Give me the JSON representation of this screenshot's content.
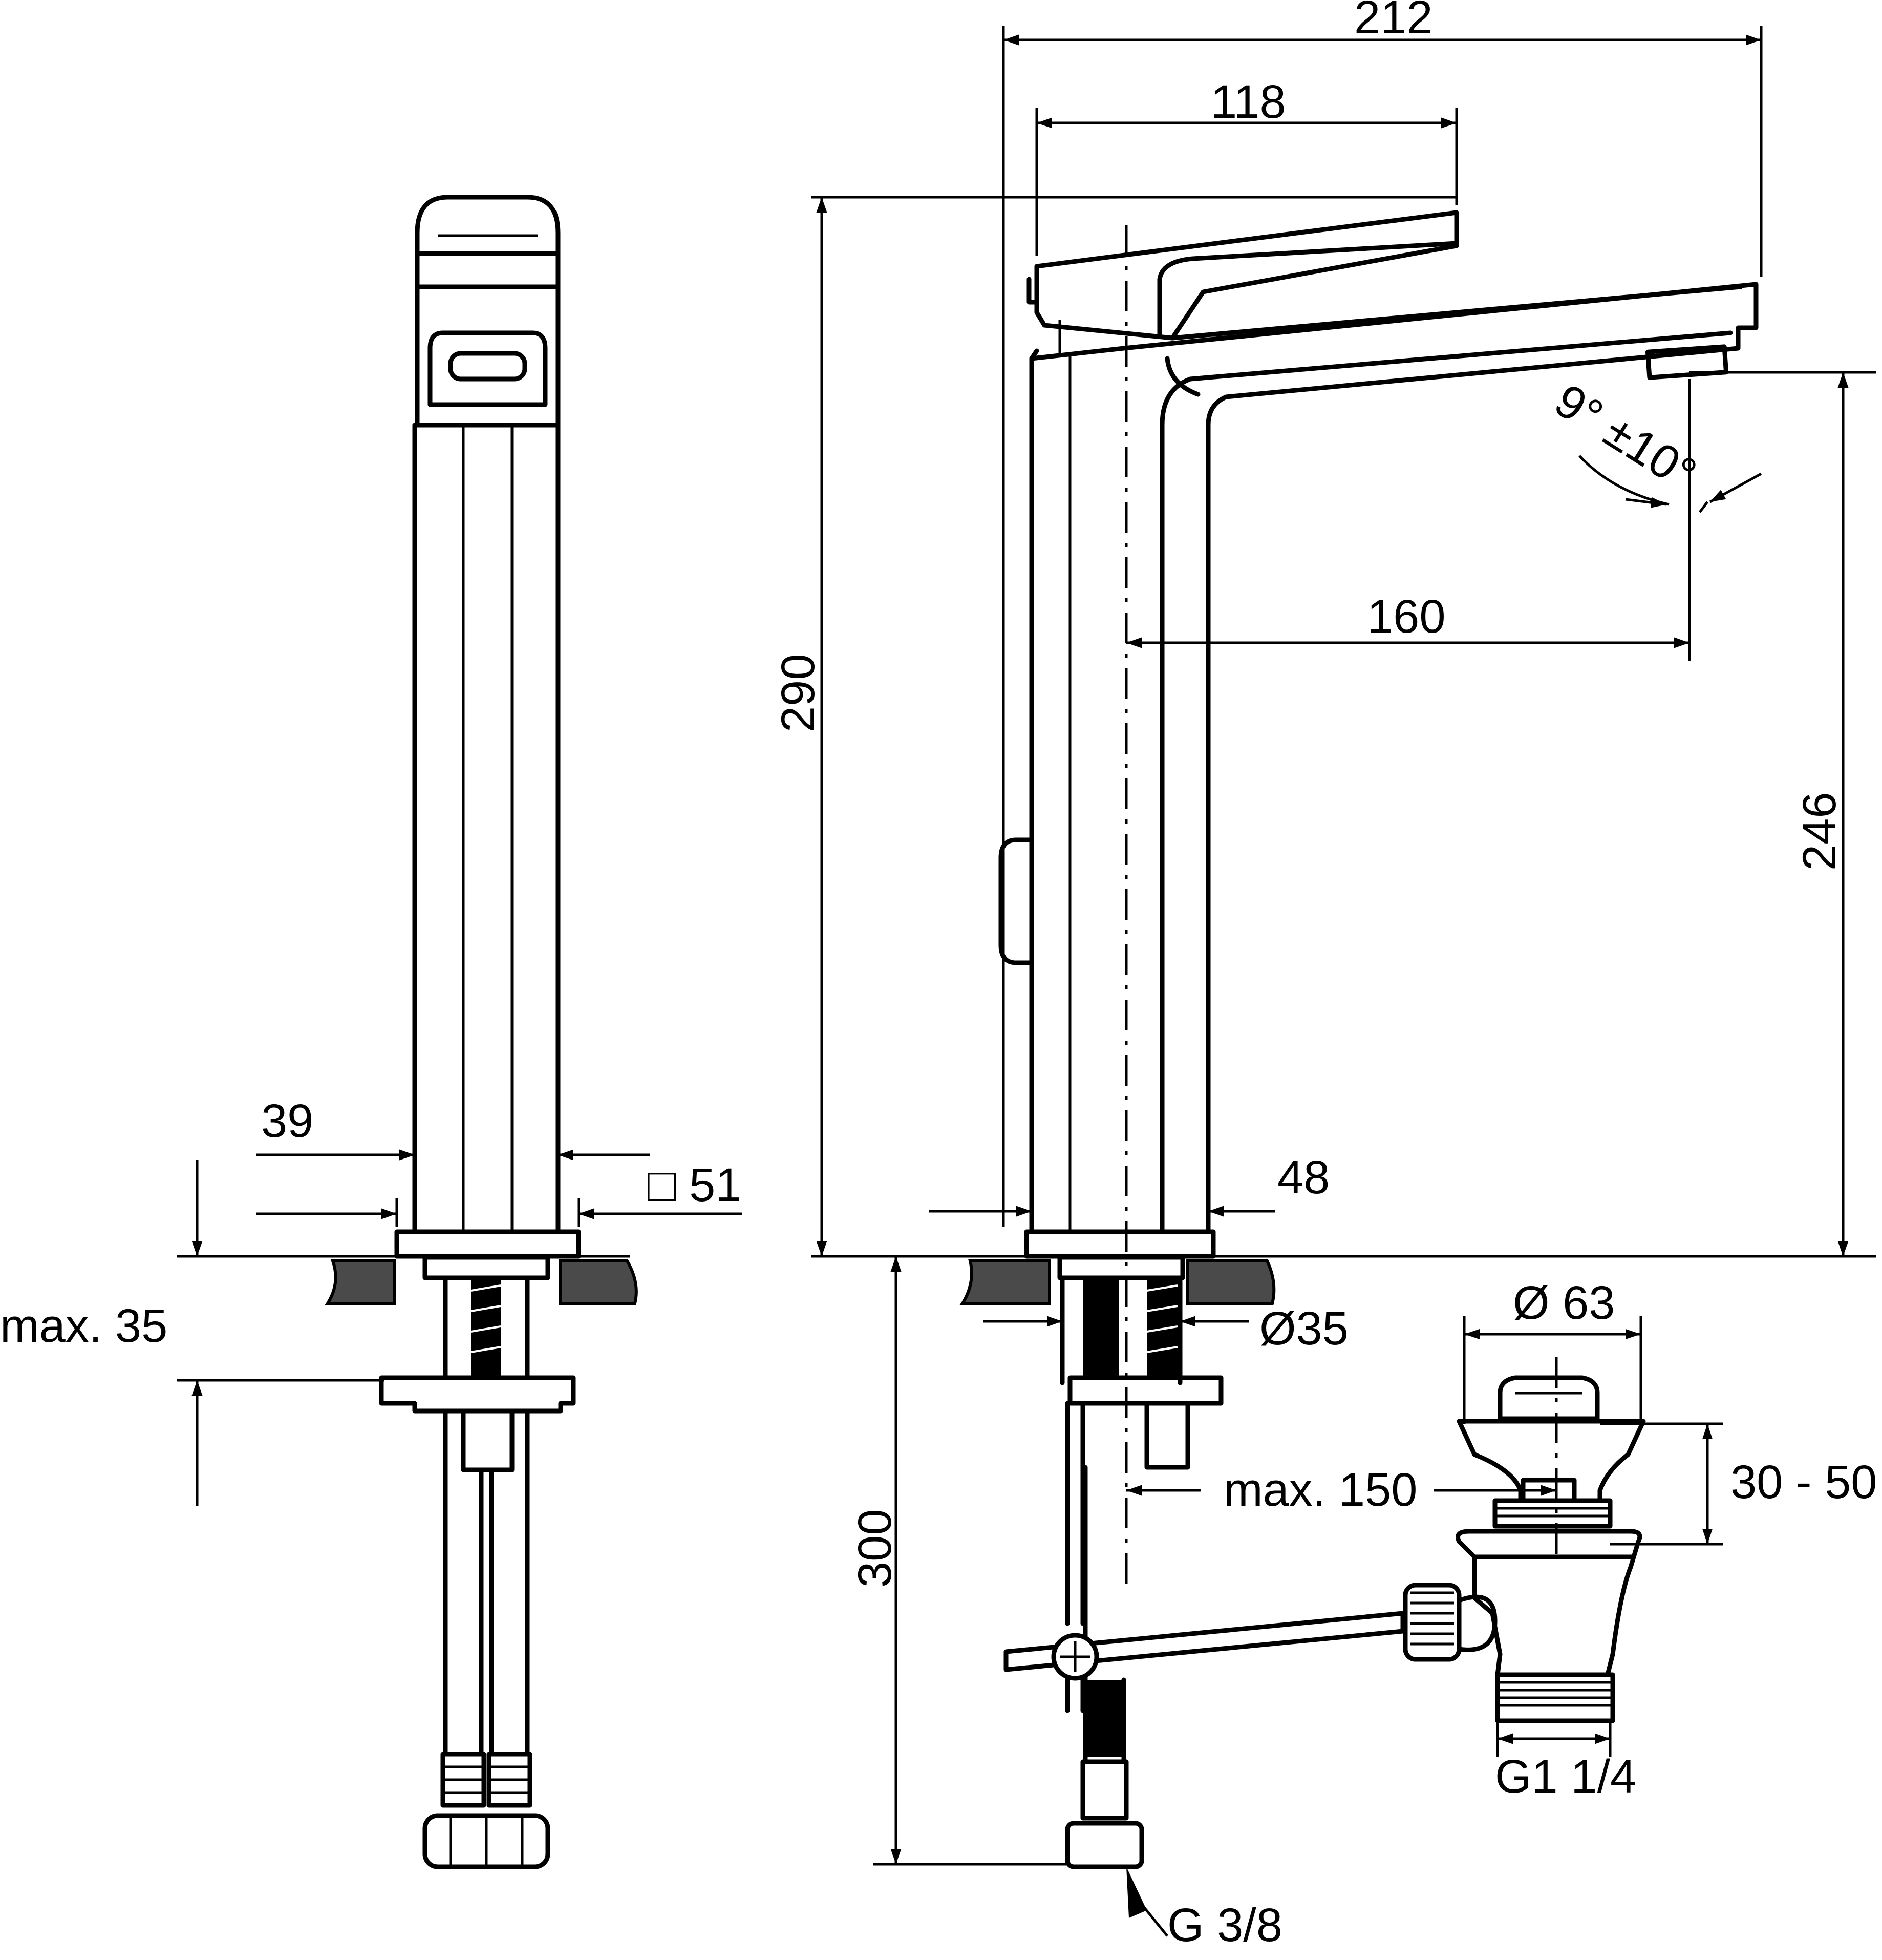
{
  "labels": {
    "width_212": "212",
    "width_118": "118",
    "height_290": "290",
    "height_246": "246",
    "reach_160": "160",
    "angle": "9° ±10°",
    "dim_39": "39",
    "square_51": "□ 51",
    "dim_48": "48",
    "max_35": "max. 35",
    "diam_35": "Ø35",
    "diam_63": "Ø 63",
    "range_30_50": "30 - 50",
    "max_150": "max. 150",
    "length_300": "300",
    "thread_g1": "G1 1/4",
    "thread_g38": "G 3/8"
  }
}
